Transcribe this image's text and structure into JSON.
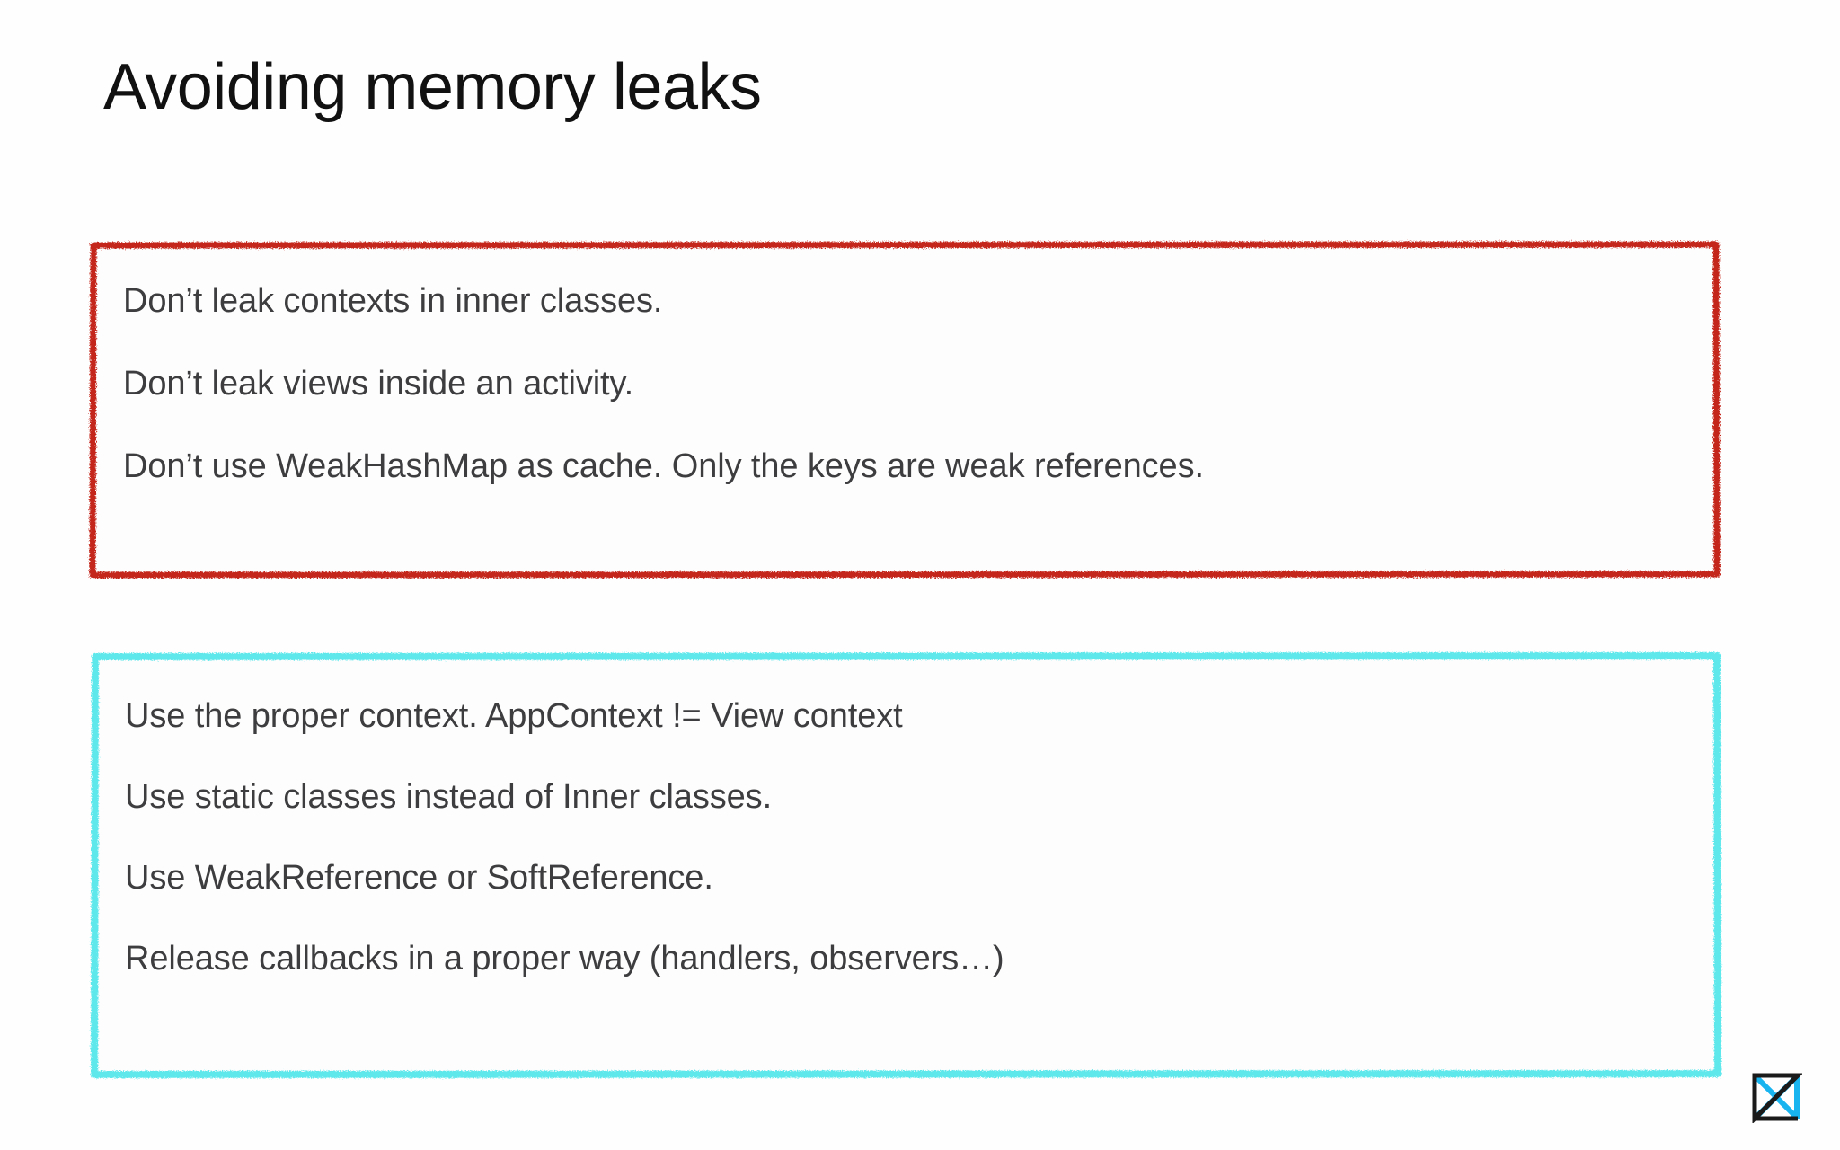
{
  "slide": {
    "title": "Avoiding memory leaks",
    "background_color": "#fefefe",
    "title_color": "#111111",
    "body_text_color": "#3d3d3f"
  },
  "boxes": [
    {
      "name": "donts",
      "border_color": "#c4281b",
      "border_style": "rough-hand-drawn",
      "lines": [
        "Don’t leak contexts in inner classes.",
        "Don’t leak views inside an activity.",
        "Don’t use WeakHashMap as cache. Only the keys are weak references."
      ]
    },
    {
      "name": "dos",
      "border_color": "#5fe8ec",
      "border_style": "rough-hand-drawn",
      "lines": [
        "Use the proper context. AppContext != View context",
        "Use static classes instead of Inner classes.",
        "Use WeakReference or SoftReference.",
        "Release callbacks in a proper way (handlers, observers…)"
      ]
    }
  ],
  "logo": {
    "name": "bowtie-logo",
    "outline_color": "#1a1a1a",
    "accent_color": "#18b4f0"
  }
}
